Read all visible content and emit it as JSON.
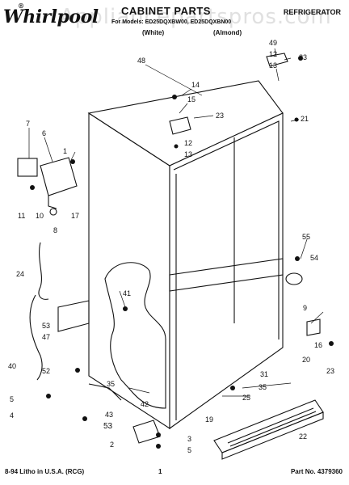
{
  "header": {
    "brand": "Whirlpool",
    "brand_mark": "®",
    "title": "CABINET PARTS",
    "category": "REFRIGERATOR",
    "models": "For Models: ED25DQXBW00, ED25DQXBN00",
    "color_white": "(White)",
    "color_almond": "(Almond)",
    "watermark": "Appliancepartspros.com"
  },
  "diagram": {
    "callouts": [
      "48",
      "49",
      "12",
      "13",
      "23",
      "14",
      "15",
      "23",
      "12",
      "13",
      "21",
      "7",
      "6",
      "1",
      "11",
      "10",
      "17",
      "8",
      "55",
      "54",
      "24",
      "41",
      "9",
      "53",
      "47",
      "16",
      "20",
      "40",
      "52",
      "35",
      "31",
      "23",
      "5",
      "4",
      "42",
      "43",
      "53",
      "35",
      "25",
      "19",
      "2",
      "3",
      "5",
      "22"
    ]
  },
  "footer": {
    "litho": "8-94 Litho in U.S.A. (RCG)",
    "page": "1",
    "part_no": "Part No. 4379360"
  }
}
